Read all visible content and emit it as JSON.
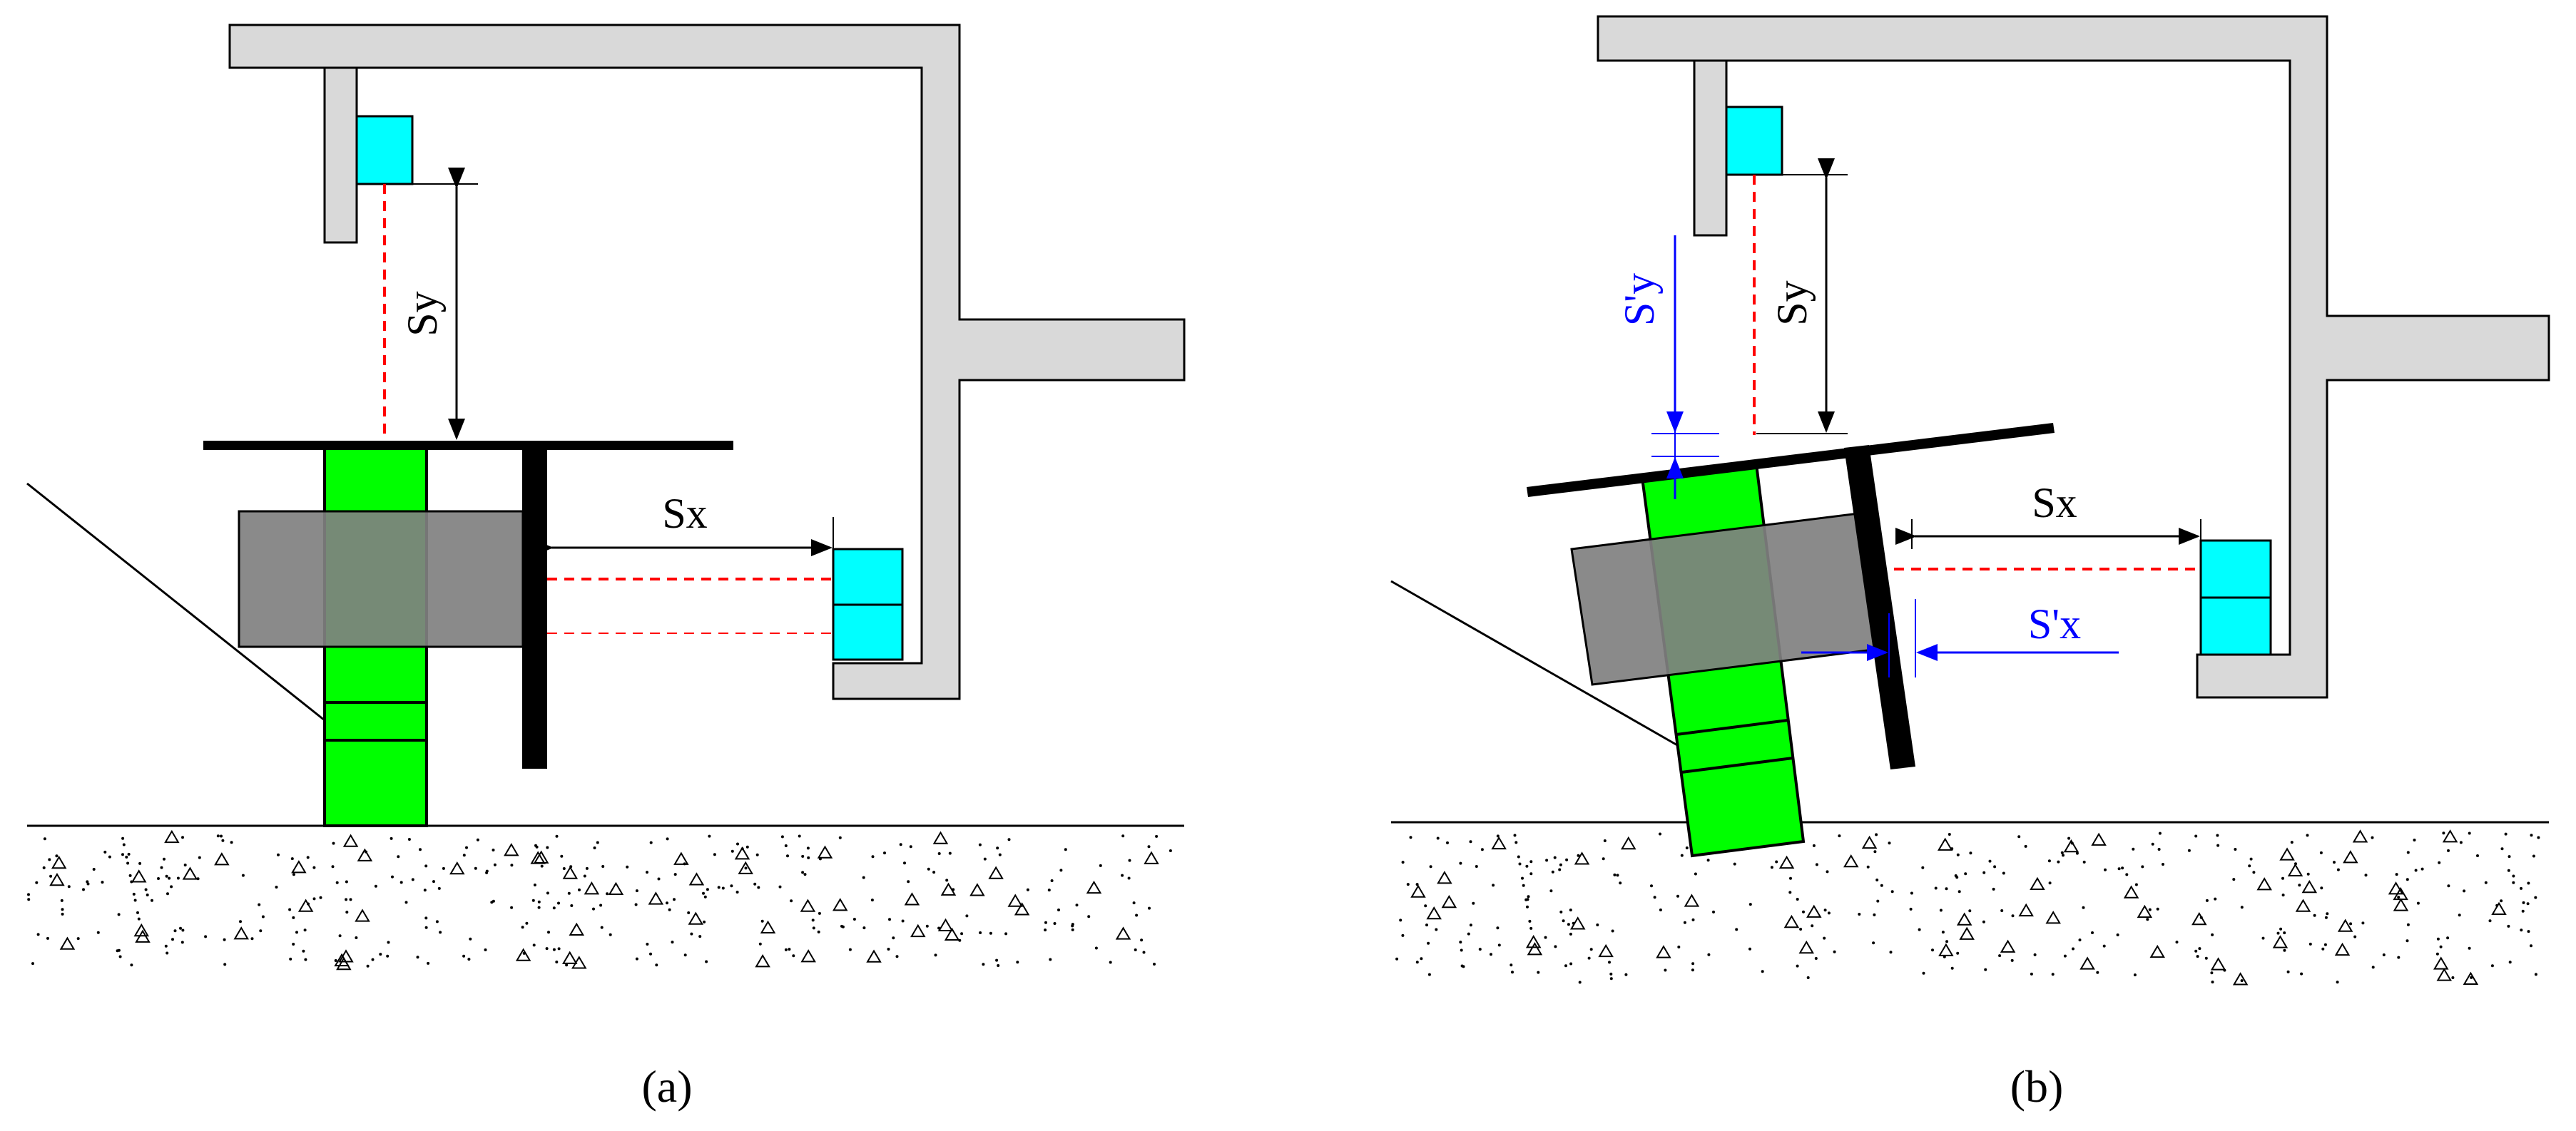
{
  "panels": [
    {
      "caption": "(a)",
      "labels": {
        "sy": "Sy",
        "sx": "Sx"
      }
    },
    {
      "caption": "(b)",
      "labels": {
        "sy": "Sy",
        "sx": "Sx",
        "sy_prime": "S'y",
        "sx_prime": "S'x"
      }
    }
  ],
  "colors": {
    "frame": "#d9d9d9",
    "sensor": "#00ffff",
    "column": "#00ff00",
    "cap_block": "#808080",
    "laser_line": "#ff0000",
    "dimension_primary": "#000000",
    "dimension_secondary": "#0000ff"
  }
}
